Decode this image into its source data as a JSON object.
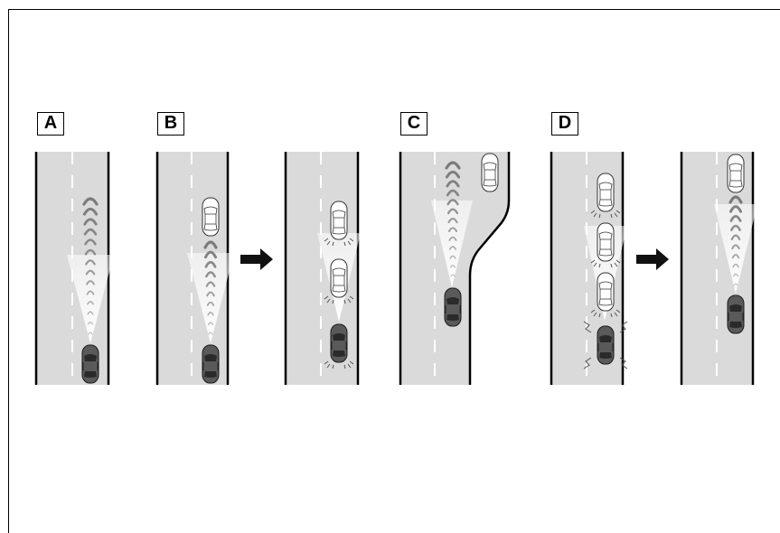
{
  "labels": {
    "a": "A",
    "b": "B",
    "c": "C",
    "d": "D"
  },
  "colors": {
    "road": "#dadada",
    "road_edge": "#000000",
    "lane_marking": "#ffffff",
    "own_car": "#5a5a5a",
    "other_car": "#ffffff",
    "arrow": "#111111",
    "radar_wave": "#7a7a7a"
  }
}
